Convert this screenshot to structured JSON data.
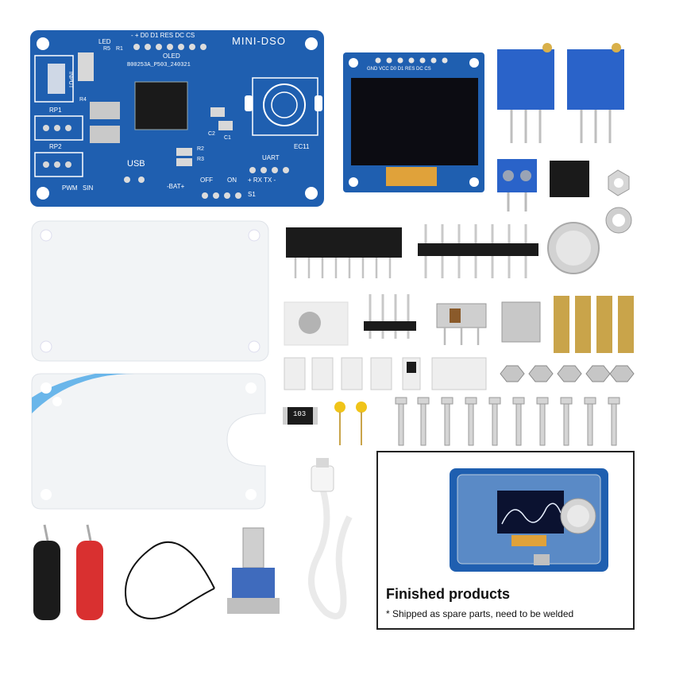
{
  "pcb": {
    "title": "MINI-DSO",
    "oled_header": "- + D0 D1 RES DC CS",
    "oled_label": "OLED",
    "part_number": "B00253A_P503_240321",
    "led_label": "LED",
    "input_label": "INPUT",
    "labels": [
      "R5",
      "R1",
      "R4",
      "RP1",
      "RP2",
      "C2",
      "C1",
      "R2",
      "R3",
      "USB",
      "EC11",
      "UART",
      "+ RX TX -",
      "PWM",
      "SIN",
      "-BAT+",
      "OFF",
      "ON",
      "S1"
    ]
  },
  "oled": {
    "pins": "GND VCC D0 D1 RES DC CS"
  },
  "resistor_marking": "103",
  "finished": {
    "title": "Finished products",
    "note": "* Shipped as spare parts, need to be welded"
  },
  "colors": {
    "pcb_blue": "#1f5fb0",
    "pot_blue": "#2a63c9",
    "brass": "#c9a44a"
  }
}
